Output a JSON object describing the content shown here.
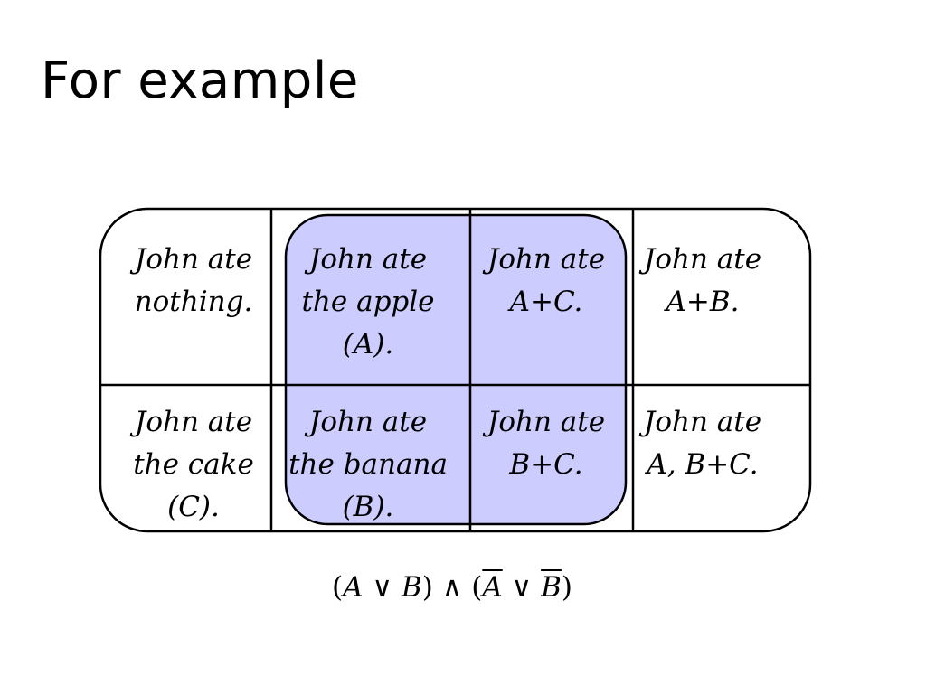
{
  "title": "For example",
  "colors": {
    "highlight_fill": "#ccccff",
    "border": "#000000",
    "background": "#ffffff"
  },
  "cells": [
    {
      "row": 0,
      "col": 0,
      "lines": [
        "John ate",
        "nothing."
      ],
      "highlighted": false
    },
    {
      "row": 0,
      "col": 1,
      "lines": [
        "John ate",
        "the apple",
        "(A)."
      ],
      "highlighted": true
    },
    {
      "row": 0,
      "col": 2,
      "lines": [
        "John ate",
        "A+C."
      ],
      "highlighted": true
    },
    {
      "row": 0,
      "col": 3,
      "lines": [
        "John ate",
        "A+B."
      ],
      "highlighted": false
    },
    {
      "row": 1,
      "col": 0,
      "lines": [
        "John ate",
        "the cake",
        "(C)."
      ],
      "highlighted": false
    },
    {
      "row": 1,
      "col": 1,
      "lines": [
        "John ate",
        "the banana",
        "(B)."
      ],
      "highlighted": true
    },
    {
      "row": 1,
      "col": 2,
      "lines": [
        "John ate",
        "B+C."
      ],
      "highlighted": true
    },
    {
      "row": 1,
      "col": 3,
      "lines": [
        "John ate",
        "A, B+C."
      ],
      "highlighted": false
    }
  ],
  "formula": {
    "open1": "(",
    "a": "A",
    "or1": " ∨ ",
    "b": "B",
    "close1": ")",
    "and": " ∧ ",
    "open2": "(",
    "nota": "A",
    "or2": " ∨ ",
    "notb": "B",
    "close2": ")"
  }
}
